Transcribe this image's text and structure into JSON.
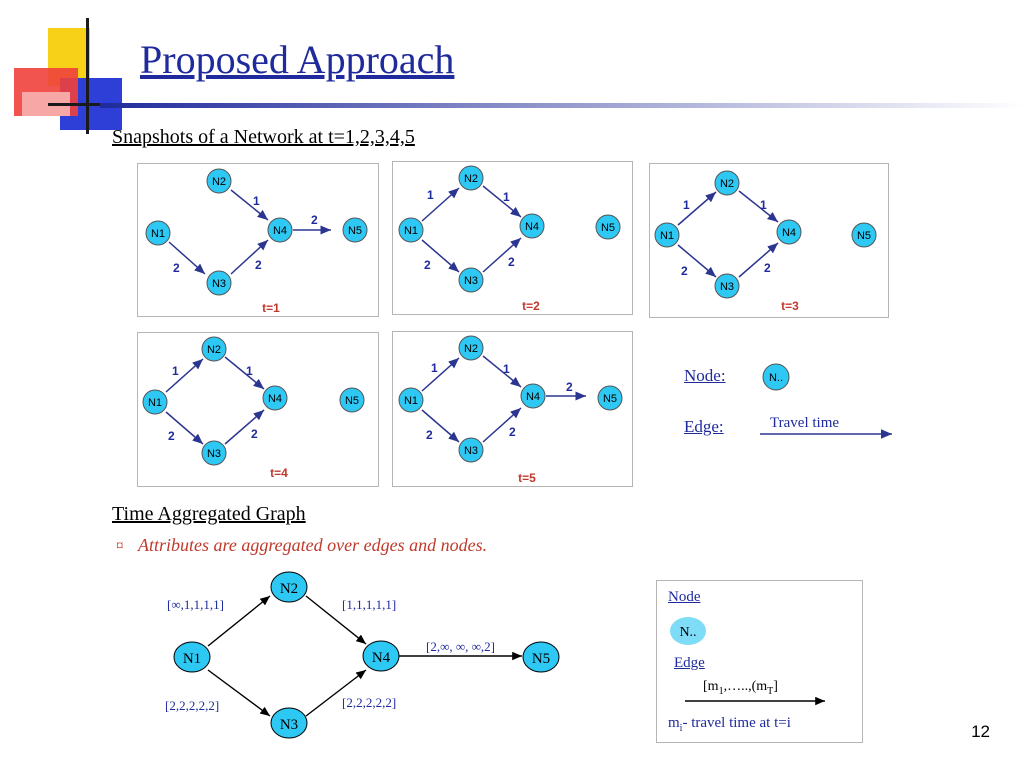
{
  "slide": {
    "title": "Proposed Approach",
    "page_number": "12"
  },
  "snapshots": {
    "heading": "Snapshots of a Network at t=1,2,3,4,5",
    "panels": [
      {
        "label": "t=1",
        "edges": {
          "n2_n4": "1",
          "n1_n3": "2",
          "n3_n4": "2",
          "n4_n5": "2"
        }
      },
      {
        "label": "t=2",
        "edges": {
          "n1_n2": "1",
          "n2_n4": "1",
          "n1_n3": "2",
          "n3_n4": "2"
        }
      },
      {
        "label": "t=3",
        "edges": {
          "n1_n2": "1",
          "n2_n4": "1",
          "n1_n3": "2",
          "n3_n4": "2"
        }
      },
      {
        "label": "t=4",
        "edges": {
          "n1_n2": "1",
          "n2_n4": "1",
          "n1_n3": "2",
          "n3_n4": "2"
        }
      },
      {
        "label": "t=5",
        "edges": {
          "n1_n2": "1",
          "n2_n4": "1",
          "n1_n3": "2",
          "n3_n4": "2",
          "n4_n5": "2"
        }
      }
    ],
    "node_labels": {
      "n1": "N1",
      "n2": "N2",
      "n3": "N3",
      "n4": "N4",
      "n5": "N5"
    }
  },
  "legend": {
    "node_label": "Node:",
    "node_sample": "N..",
    "edge_label": "Edge:",
    "edge_sample": "Travel time"
  },
  "aggregated": {
    "heading": "Time Aggregated Graph",
    "bullet_glyph": "¤",
    "bullet": "Attributes are aggregated over edges and nodes.",
    "node_labels": {
      "n1": "N1",
      "n2": "N2",
      "n3": "N3",
      "n4": "N4",
      "n5": "N5"
    },
    "edges": {
      "n1_n2": "[∞,1,1,1,1]",
      "n2_n4": "[1,1,1,1,1]",
      "n1_n3": "[2,2,2,2,2]",
      "n3_n4": "[2,2,2,2,2]",
      "n4_n5": "[2,∞, ∞, ∞,2]"
    }
  },
  "legend2": {
    "node_label": "Node",
    "node_sample": "N..",
    "edge_label": "Edge",
    "edge_sample_main": "[m",
    "edge_sample_sub1": "1",
    "edge_sample_mid": ",…..,(m",
    "edge_sample_subT": "T",
    "edge_sample_end": "]",
    "note_main": "m",
    "note_sub": "i",
    "note_rest": "- travel time at t=i"
  },
  "colors": {
    "title": "#1f2a9c",
    "node_fill": "#2ec8f4",
    "node_fill_light": "#7fdcf6",
    "edge": "#2c3590",
    "edge_label": "#1f2a9c",
    "time_label": "#c0392b",
    "bullet": "#c0392b"
  }
}
